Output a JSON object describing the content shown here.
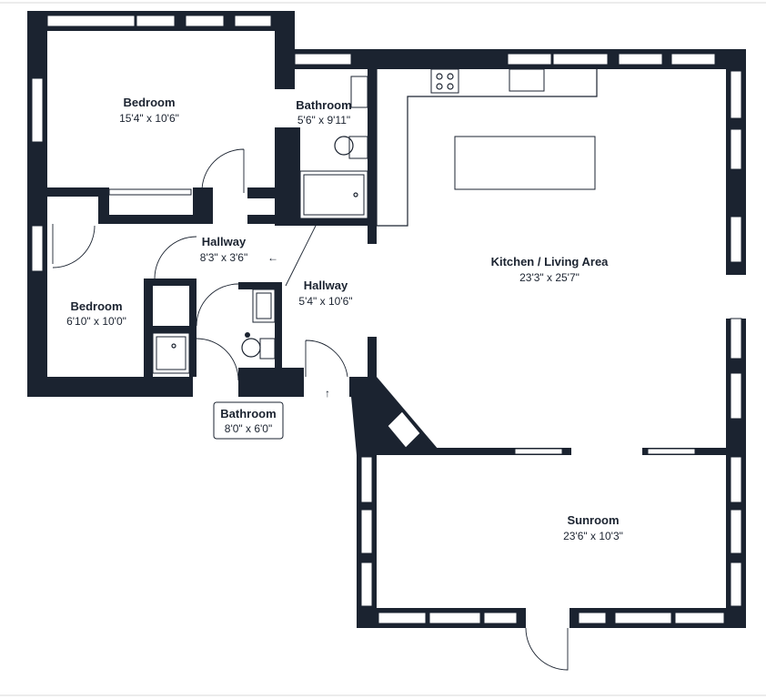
{
  "rooms": [
    {
      "name": "Bedroom",
      "dims": "15'4\" x 10'6\""
    },
    {
      "name": "Bathroom",
      "dims": "5'6\" x 9'11\""
    },
    {
      "name": "Hallway",
      "dims": "8'3\" x 3'6\""
    },
    {
      "name": "Hallway",
      "dims": "5'4\" x 10'6\""
    },
    {
      "name": "Bedroom",
      "dims": "6'10\" x 10'0\""
    },
    {
      "name": "Bathroom",
      "dims": "8'0\" x 6'0\""
    },
    {
      "name": "Kitchen / Living Area",
      "dims": "23'3\" x 25'7\""
    },
    {
      "name": "Sunroom",
      "dims": "23'6\" x 10'3\""
    }
  ],
  "arrows": {
    "left": "←",
    "up": "↑"
  }
}
